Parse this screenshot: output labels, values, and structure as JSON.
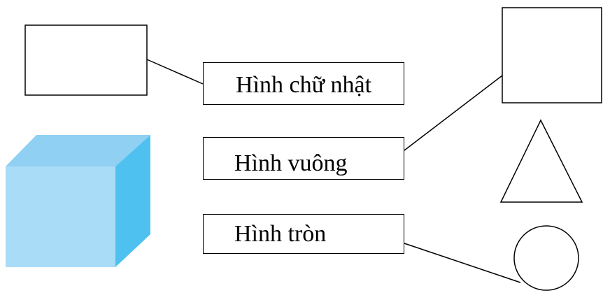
{
  "labels": {
    "rectangle": "Hình chữ nhật",
    "square": "Hình vuông",
    "circle": "Hình tròn"
  },
  "shapes": [
    "rectangle",
    "cube",
    "square",
    "triangle",
    "circle"
  ],
  "connections": [
    {
      "label": "Hình chữ nhật",
      "shape": "rectangle"
    },
    {
      "label": "Hình vuông",
      "shape": "square"
    },
    {
      "label": "Hình tròn",
      "shape": "circle"
    }
  ],
  "colors": {
    "stroke": "#000000",
    "cube_front": "#a9dcf6",
    "cube_top": "#8fd0f3",
    "cube_side": "#4fc1f0"
  }
}
